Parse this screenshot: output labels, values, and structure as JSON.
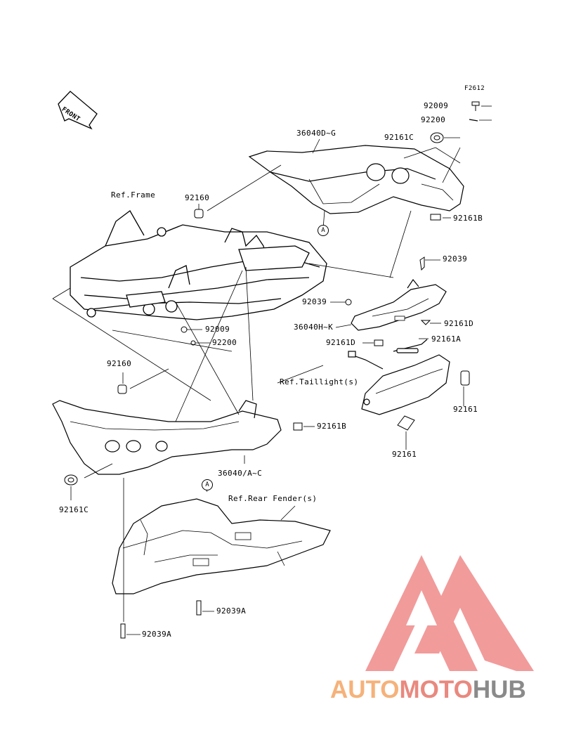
{
  "figure_code": "F2612",
  "front_arrow": "FRONT",
  "callouts": {
    "c92009_top": "92009",
    "c92200_top": "92200",
    "c36040DG": "36040D~G",
    "c92161C_top": "92161C",
    "cRefFrame": "Ref.Frame",
    "c92160_top": "92160",
    "c92161B_top": "92161B",
    "c92039_right": "92039",
    "c92039_mid": "92039",
    "c92161D_right": "92161D",
    "c36040HK": "36040H~K",
    "c92009_mid": "92009",
    "c92200_mid": "92200",
    "c92161A": "92161A",
    "c92161D_left": "92161D",
    "c92160_left": "92160",
    "cRefTaillight": "Ref.Taillight(s)",
    "c92161_right": "92161",
    "c92161B_low": "92161B",
    "c36040AC": "36040/A~C",
    "c92161_low": "92161",
    "c92161C_low": "92161C",
    "cRefRearFender": "Ref.Rear Fender(s)",
    "c92039A_mid": "92039A",
    "c92039A_low": "92039A"
  },
  "ref_markers": [
    "A",
    "A"
  ],
  "watermark": {
    "part1": "AUTO",
    "part2": "MOTO",
    "part3": "HUB",
    "color1": "#f5b27a",
    "color2": "#e9897f",
    "color3": "#8a8a8a",
    "logo_color": "#ef8a8a"
  }
}
